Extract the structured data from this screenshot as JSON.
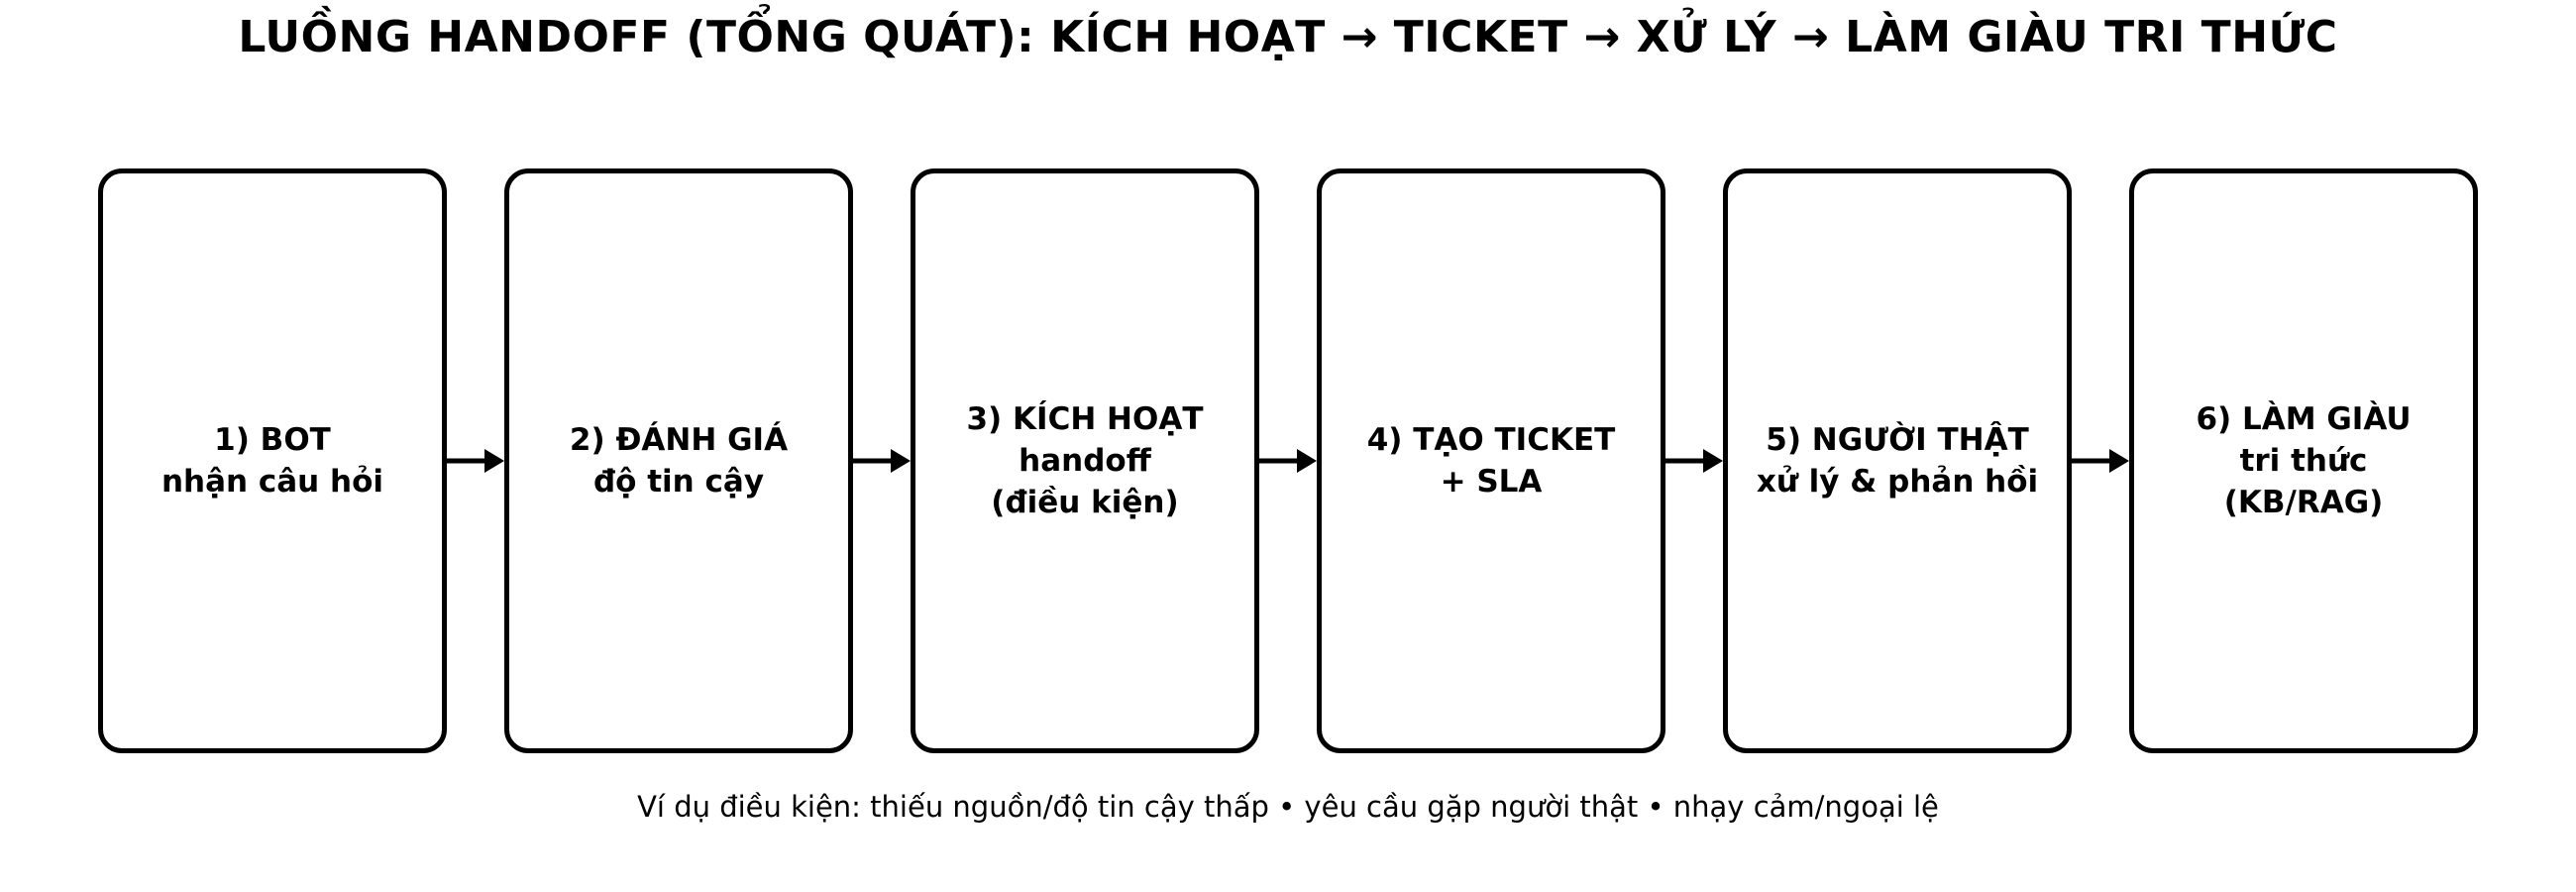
{
  "title": "LUỒNG HANDOFF (TỔNG QUÁT): KÍCH HOẠT → TICKET → XỬ LÝ → LÀM GIÀU TRI THỨC",
  "nodes": [
    {
      "id": 1,
      "lines": [
        "1) BOT",
        "nhận câu hỏi"
      ]
    },
    {
      "id": 2,
      "lines": [
        "2) ĐÁNH GIÁ",
        "độ tin cậy"
      ]
    },
    {
      "id": 3,
      "lines": [
        "3) KÍCH HOẠT",
        "handoff",
        "(điều kiện)"
      ]
    },
    {
      "id": 4,
      "lines": [
        "4) TẠO TICKET",
        "+ SLA"
      ]
    },
    {
      "id": 5,
      "lines": [
        "5) NGƯỜI THẬT",
        "xử lý & phản hồi"
      ]
    },
    {
      "id": 6,
      "lines": [
        "6) LÀM GIÀU",
        "tri thức",
        "(KB/RAG)"
      ]
    }
  ],
  "connector": "right-arrow",
  "footer": "Ví dụ điều kiện: thiếu nguồn/độ tin cậy thấp • yêu cầu gặp người thật • nhạy cảm/ngoại lệ",
  "colors": {
    "background": "#ffffff",
    "stroke": "#000000",
    "text": "#000000"
  }
}
